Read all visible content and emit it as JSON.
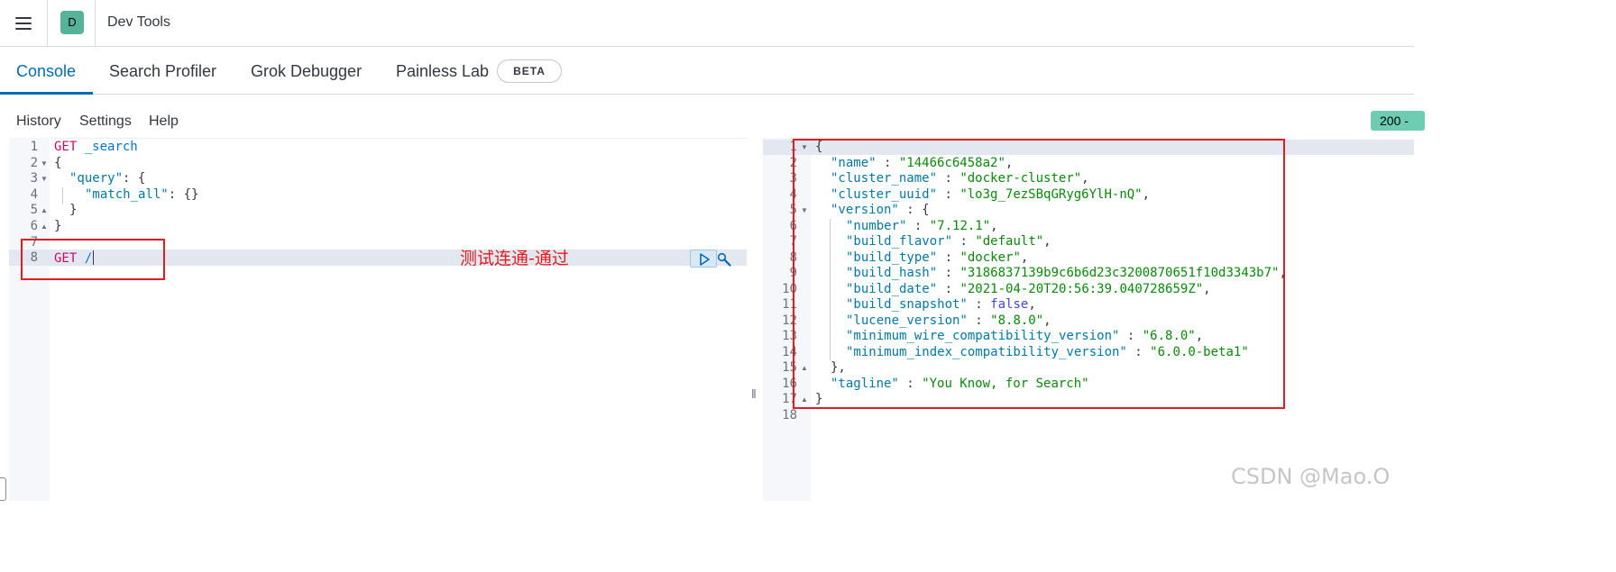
{
  "header": {
    "space_initial": "D",
    "app_title": "Dev Tools"
  },
  "tabs": [
    {
      "label": "Console",
      "active": true
    },
    {
      "label": "Search Profiler"
    },
    {
      "label": "Grok Debugger"
    },
    {
      "label": "Painless Lab"
    }
  ],
  "beta_badge": "BETA",
  "toolbar": {
    "history": "History",
    "settings": "Settings",
    "help": "Help"
  },
  "status_badge": "200 -",
  "request_lines": [
    {
      "n": "1",
      "method": "GET",
      "rest": " _search"
    },
    {
      "n": "2",
      "text": "{"
    },
    {
      "n": "3",
      "key": "\"query\"",
      "rest": ": {"
    },
    {
      "n": "4",
      "key": "\"match_all\"",
      "rest": ": {}"
    },
    {
      "n": "5",
      "text": "}"
    },
    {
      "n": "6",
      "text": "}"
    },
    {
      "n": "7",
      "text": ""
    },
    {
      "n": "8",
      "method": "GET",
      "rest": " /"
    }
  ],
  "annotation": "测试连通-通过",
  "response_lines": [
    {
      "n": "1",
      "text": "{"
    },
    {
      "n": "2",
      "key": "\"name\"",
      "val": "\"14466c6458a2\"",
      "tail": ","
    },
    {
      "n": "3",
      "key": "\"cluster_name\"",
      "val": "\"docker-cluster\"",
      "tail": ","
    },
    {
      "n": "4",
      "key": "\"cluster_uuid\"",
      "val": "\"lo3g_7ezSBqGRyg6YlH-nQ\"",
      "tail": ","
    },
    {
      "n": "5",
      "key": "\"version\"",
      "val": "",
      "tail": "{"
    },
    {
      "n": "6",
      "key": "\"number\"",
      "val": "\"7.12.1\"",
      "tail": ","
    },
    {
      "n": "7",
      "key": "\"build_flavor\"",
      "val": "\"default\"",
      "tail": ","
    },
    {
      "n": "8",
      "key": "\"build_type\"",
      "val": "\"docker\"",
      "tail": ","
    },
    {
      "n": "9",
      "key": "\"build_hash\"",
      "val": "\"3186837139b9c6b6d23c3200870651f10d3343b7\"",
      "tail": ","
    },
    {
      "n": "10",
      "key": "\"build_date\"",
      "val": "\"2021-04-20T20:56:39.040728659Z\"",
      "tail": ","
    },
    {
      "n": "11",
      "key": "\"build_snapshot\"",
      "val": "false",
      "tail": ","
    },
    {
      "n": "12",
      "key": "\"lucene_version\"",
      "val": "\"8.8.0\"",
      "tail": ","
    },
    {
      "n": "13",
      "key": "\"minimum_wire_compatibility_version\"",
      "val": "\"6.8.0\"",
      "tail": ","
    },
    {
      "n": "14",
      "key": "\"minimum_index_compatibility_version\"",
      "val": "\"6.0.0-beta1\"",
      "tail": ""
    },
    {
      "n": "15",
      "text": "},"
    },
    {
      "n": "16",
      "key": "\"tagline\"",
      "val": "\"You Know, for Search\"",
      "tail": ""
    },
    {
      "n": "17",
      "text": "}"
    },
    {
      "n": "18",
      "text": ""
    }
  ],
  "watermark": "CSDN @Mao.O",
  "colors": {
    "accent": "#006bb8",
    "space_badge": "#54b399",
    "status_badge": "#6dccb1",
    "annotation_red": "#e11d21"
  }
}
